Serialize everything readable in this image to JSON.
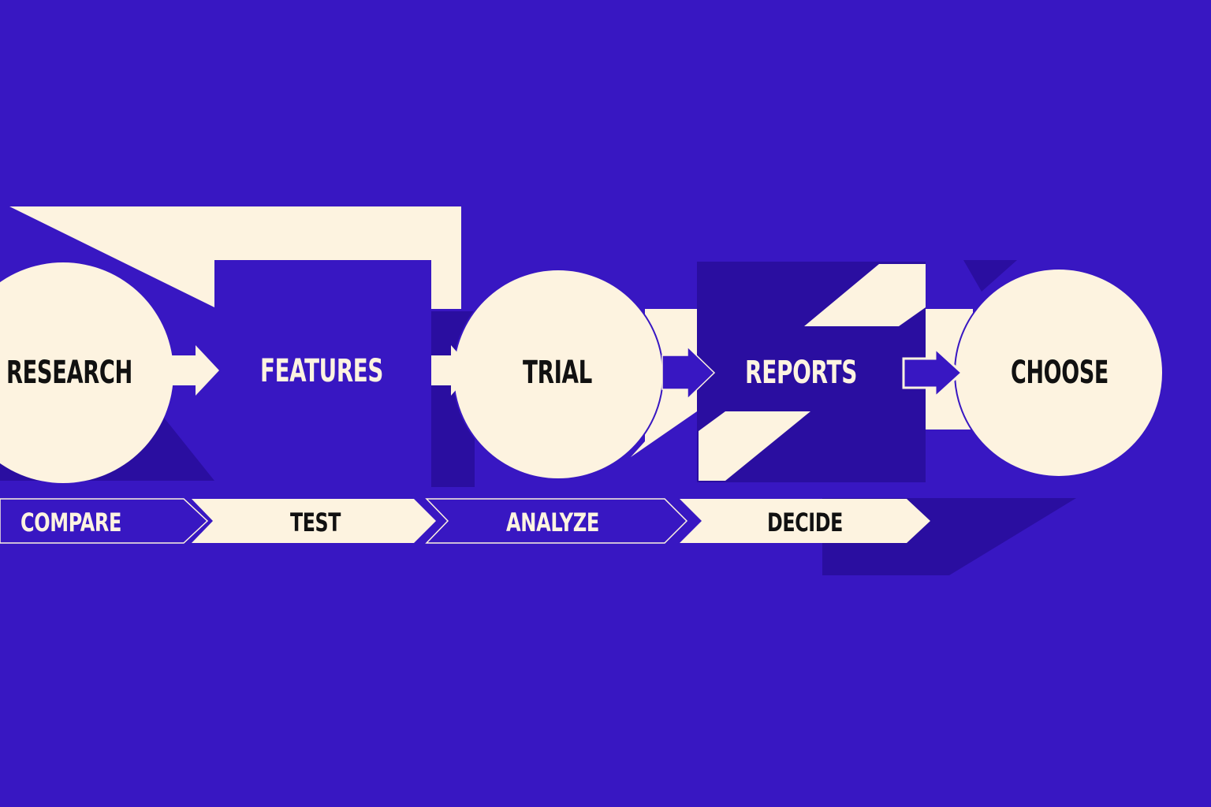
{
  "colors": {
    "background": "#3817c2",
    "cream": "#fdf3e0",
    "ink": "#111111",
    "shadow": "#2a0ea0"
  },
  "steps": [
    {
      "label": "RESEARCH",
      "shape": "circle"
    },
    {
      "label": "FEATURES",
      "shape": "square"
    },
    {
      "label": "TRIAL",
      "shape": "circle"
    },
    {
      "label": "REPORTS",
      "shape": "square"
    },
    {
      "label": "CHOOSE",
      "shape": "circle"
    }
  ],
  "bottom_steps": [
    {
      "label": "COMPARE",
      "style": "outline"
    },
    {
      "label": "TEST",
      "style": "filled"
    },
    {
      "label": "ANALYZE",
      "style": "outline"
    },
    {
      "label": "DECIDE",
      "style": "filled"
    }
  ]
}
